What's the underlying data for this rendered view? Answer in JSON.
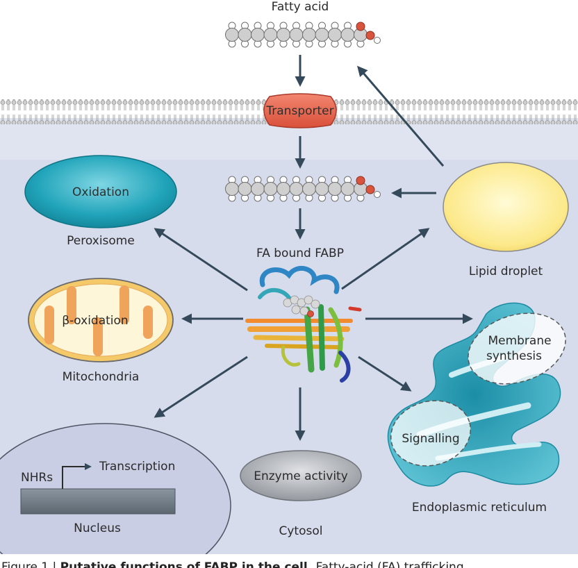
{
  "labels": {
    "fatty_acid": "Fatty acid",
    "transporter": "Transporter",
    "oxidation": "Oxidation",
    "peroxisome": "Peroxisome",
    "beta_oxidation": "β-oxidation",
    "mitochondria": "Mitochondria",
    "fa_bound_fabp": "FA bound FABP",
    "lipid_droplet": "Lipid droplet",
    "membrane_line1": "Membrane",
    "membrane_line2": "synthesis",
    "signalling": "Signalling",
    "endoplasmic_reticulum": "Endoplasmic reticulum",
    "nhrs": "NHRs",
    "transcription": "Transcription",
    "nucleus": "Nucleus",
    "enzyme_activity": "Enzyme activity",
    "cytosol": "Cytosol"
  },
  "caption": {
    "prefix": "Figure 1 | ",
    "bold": "Putative functions of FABP in the cell.",
    "rest": " Fatty-acid (FA) trafficking"
  },
  "colors": {
    "cytoplasm": "#d6dcec",
    "membrane_head": "#c4c4c4",
    "transporter": "#e8664f",
    "peroxisome": "#1fa3b8",
    "mitochondria_outer": "#f3c86a",
    "lipid_droplet": "#fbe98a",
    "er": "#2ea6bc",
    "nucleus": "#c8cde4",
    "enzyme": "#a9adb3",
    "arrow": "#34495a",
    "fa_carbon": "#c8c8c8",
    "fa_oxygen": "#d9543c"
  }
}
